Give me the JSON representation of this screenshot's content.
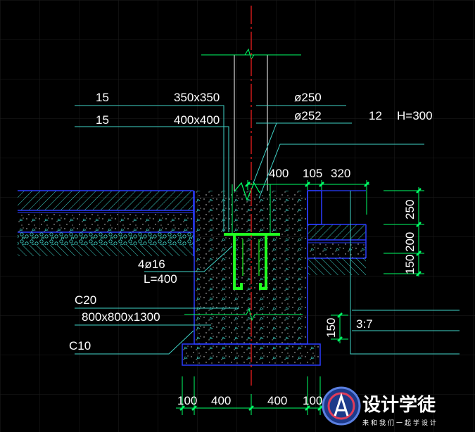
{
  "labels": {
    "dim15a": "15",
    "dim15b": "15",
    "sec350": "350x350",
    "sec400": "400x400",
    "phi250": "ø250",
    "phi252": "ø252",
    "num12": "12",
    "h300": "H=300",
    "d400top": "400",
    "d105": "105",
    "d320": "320",
    "d250": "250",
    "d200": "200",
    "d150r": "150",
    "rebar": "4ø16",
    "len": "L=400",
    "c20": "C20",
    "found": "800x800x1300",
    "c10": "C10",
    "d150b": "150",
    "ratio": "3:7",
    "b100l": "100",
    "b400l": "400",
    "b400r": "400",
    "b100r": "100"
  },
  "logo": {
    "title": "设计学徒",
    "subtitle": "来和我们一起学设计"
  },
  "colors": {
    "background": "#000000",
    "dimension": "#00ff66",
    "leader": "#3fd4c8",
    "outline": "#2a3cff",
    "steel": "#22ff22",
    "axis": "#ff2020",
    "hatch": "#3fd4c8",
    "grid": "#1e1e1e"
  }
}
